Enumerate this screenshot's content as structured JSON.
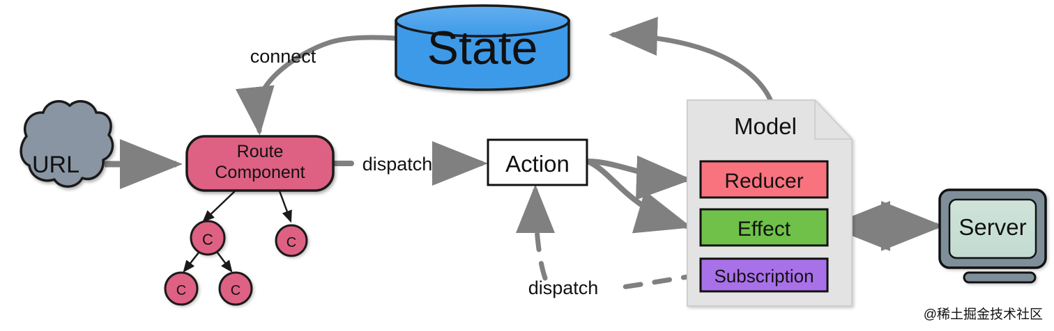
{
  "diagram": {
    "title_watermark": "@稀土掘金技术社区",
    "nodes": {
      "url": {
        "label": "URL",
        "shape": "cloud-icon",
        "fill": "#8995a3",
        "text_color": "#2c3a47"
      },
      "route_component": {
        "line1": "Route",
        "line2": "Component",
        "shape": "rounded-rect",
        "fill": "#de6183",
        "text_color": "#ffffff"
      },
      "state": {
        "label": "State",
        "shape": "cylinder-icon",
        "fill": "#3d9ae8",
        "text_color": "#ffffff"
      },
      "action": {
        "label": "Action",
        "shape": "rect",
        "fill": "#ffffff",
        "text_color": "#000000"
      },
      "model": {
        "label": "Model",
        "shape": "document-icon",
        "fill": "#e3e3e3",
        "text_color": "#7a7a7a"
      },
      "reducer": {
        "label": "Reducer",
        "fill": "#f9737f",
        "text_color": "#ffffff"
      },
      "effect": {
        "label": "Effect",
        "fill": "#6fc14a",
        "text_color": "#ffffff"
      },
      "subscription": {
        "label": "Subscription",
        "fill": "#a971e8",
        "text_color": "#ffffff"
      },
      "server": {
        "label": "Server",
        "shape": "monitor-icon",
        "fill": "#c8ded4",
        "bezel": "#7e8f99",
        "text_color": "#000000"
      }
    },
    "child_components": [
      {
        "label": "C",
        "id": "child-1"
      },
      {
        "label": "C",
        "id": "child-2"
      },
      {
        "label": "C",
        "id": "child-3"
      },
      {
        "label": "C",
        "id": "child-4"
      }
    ],
    "edge_labels": {
      "connect": "connect",
      "dispatch_action": "dispatch",
      "dispatch_subscription": "dispatch"
    },
    "colors": {
      "arrow": "#808080",
      "outline": "#1a1a1a",
      "background": "#ffffff"
    }
  }
}
